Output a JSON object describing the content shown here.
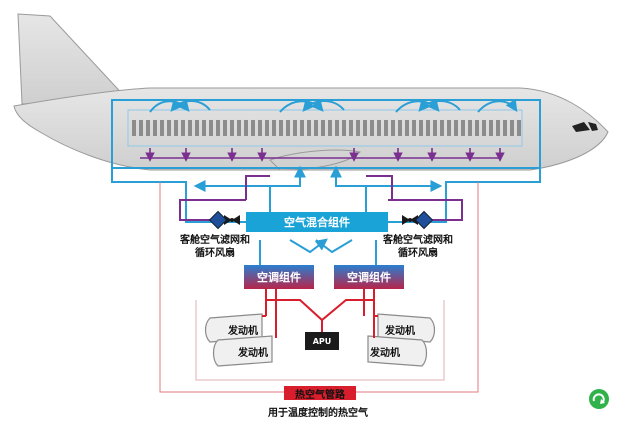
{
  "labels": {
    "mixer": "空气混合组件",
    "pack_left": "空调组件",
    "pack_right": "空调组件",
    "apu": "APU",
    "engine": "发动机",
    "filter_fan_line1": "客舱空气滤网和",
    "filter_fan_line2": "循环风扇",
    "hot_air_duct": "热空气管路",
    "hot_air_caption": "用于温度控制的热空气"
  },
  "icons": {
    "fan": "fan-icon",
    "filter": "filter-diamond-icon",
    "logo": "circular-arrow-logo"
  },
  "colors": {
    "fresh_air": "#2a9fd6",
    "recirculated_air": "#7b2f8f",
    "hot_air": "#d81e2c",
    "mixer": "#1aa3d6",
    "fuselage": "#dcdcdc",
    "outline": "#9a9a9a"
  }
}
